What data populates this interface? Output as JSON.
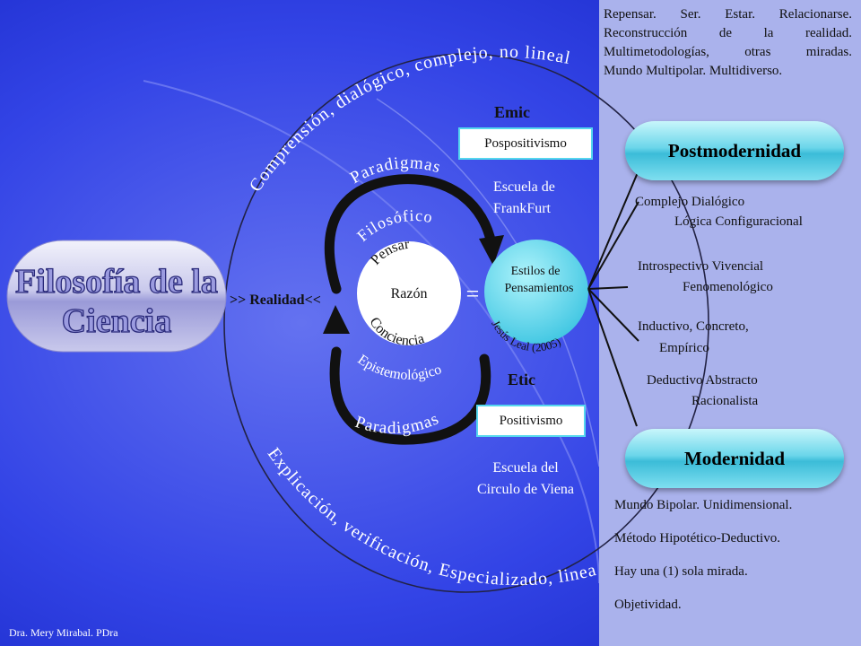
{
  "main_title": [
    "Filosofía de la",
    "Ciencia"
  ],
  "realidad": ">> Realidad<<",
  "top_arc_text": "Comprensión, dialógico, complejo, no lineal",
  "bottom_arc_text": "Explicación, verificación, Especializado, lineal",
  "paradigmas_top": "Paradigmas",
  "paradigmas_bottom": "Paradigmas",
  "filosofico": "Filosófico",
  "epistemologico": "Epistemológico",
  "center": {
    "top": "Pensar",
    "middle": "Razón",
    "bottom": "Conciencia"
  },
  "equals": "=",
  "estilos": {
    "line1": "Estilos de",
    "line2": "Pensamientos",
    "credit": "Jesús Leal (2005)"
  },
  "emic": {
    "label": "Emic",
    "box": "Pospositivismo",
    "school": [
      "Escuela de",
      "FrankFurt"
    ]
  },
  "etic": {
    "label": "Etic",
    "box": "Positivismo",
    "school": [
      "Escuela del",
      "Circulo de Viena"
    ]
  },
  "postmodernidad": {
    "title": "Postmodernidad",
    "header": [
      "Repensar. Ser. Estar. Relacionarse.",
      "Reconstrucción de la realidad.",
      "Multimetodologías, otras miradas.",
      "Mundo Multipolar. Multidiverso."
    ]
  },
  "methods": [
    [
      "Complejo Dialógico",
      "Lógica Configuracional"
    ],
    [
      "Introspectivo Vivencial",
      "Fenomenológico"
    ],
    [
      "Inductivo, Concreto,",
      "Empírico"
    ],
    [
      "Deductivo Abstracto",
      "Racionalista"
    ]
  ],
  "modernidad": {
    "title": "Modernidad",
    "items": [
      "Mundo Bipolar. Unidimensional.",
      "Método Hipotético-Deductivo.",
      "Hay una (1) sola mirada.",
      "Objetividad."
    ]
  },
  "author": "Dra. Mery Mirabal. PDra",
  "colors": {
    "background_dark": "#1a2ad8",
    "background_light": "#5866ee",
    "panel": "#aab2ec",
    "accent_cyan": "#55d7ee",
    "arrow": "#111111"
  }
}
